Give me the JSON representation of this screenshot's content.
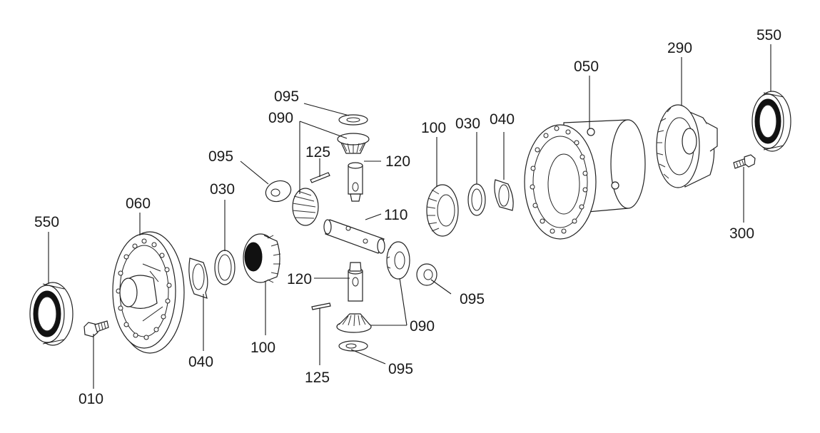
{
  "labels": {
    "p550_left": "550",
    "p010": "010",
    "p060": "060",
    "p040_left": "040",
    "p030_left": "030",
    "p100_left": "100",
    "p095_a": "095",
    "p090_a": "090",
    "p095_b": "095",
    "p125_a": "125",
    "p120_a": "120",
    "p110": "110",
    "p120_b": "120",
    "p125_b": "125",
    "p095_c": "095",
    "p090_b": "090",
    "p095_d": "095",
    "p100_right": "100",
    "p030_right": "030",
    "p040_right": "040",
    "p050": "050",
    "p290": "290",
    "p550_right": "550",
    "p300": "300"
  }
}
